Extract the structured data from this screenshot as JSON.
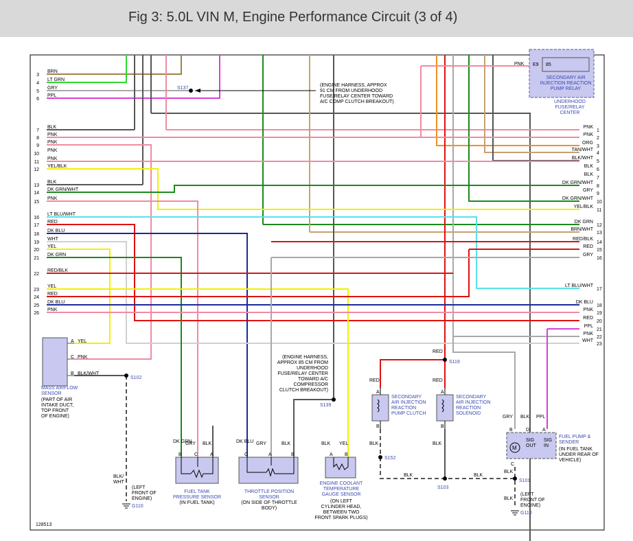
{
  "title": "Fig 3: 5.0L VIN M, Engine Performance Circuit (3 of 4)",
  "figure_number": "128513",
  "colors": {
    "BRN": "#a0804a",
    "LTGRN": "#2fd82f",
    "GRY": "#a8a8a8",
    "PPL": "#d83ed8",
    "BLK": "#555555",
    "PNK": "#f08aa0",
    "ORG": "#f09020",
    "TAN": "#c8a070",
    "YEL": "#f0f000",
    "DKGRN": "#1a8a1a",
    "LTBLU": "#5ae0e8",
    "RED": "#e01010",
    "DKBLU": "#1a2a9a",
    "WHT": "#d0d0d0",
    "REDBLK": "#d01818",
    "comp": "#c8c8f0"
  },
  "left_pins": [
    {
      "n": "3",
      "label": "BRN"
    },
    {
      "n": "4",
      "label": "LT GRN"
    },
    {
      "n": "5",
      "label": "GRY"
    },
    {
      "n": "6",
      "label": "PPL"
    },
    {
      "n": "7",
      "label": "BLK"
    },
    {
      "n": "8",
      "label": "PNK"
    },
    {
      "n": "9",
      "label": "PNK"
    },
    {
      "n": "10",
      "label": "PNK"
    },
    {
      "n": "11",
      "label": "PNK"
    },
    {
      "n": "12",
      "label": "YEL/BLK"
    },
    {
      "n": "13",
      "label": "BLK"
    },
    {
      "n": "14",
      "label": "DK GRN/WHT"
    },
    {
      "n": "15",
      "label": "PNK"
    },
    {
      "n": "16",
      "label": "LT BLU/WHT"
    },
    {
      "n": "17",
      "label": "RED"
    },
    {
      "n": "18",
      "label": "DK BLU"
    },
    {
      "n": "19",
      "label": "WHT"
    },
    {
      "n": "20",
      "label": "YEL"
    },
    {
      "n": "21",
      "label": "DK GRN"
    },
    {
      "n": "22",
      "label": "RED/BLK"
    },
    {
      "n": "23",
      "label": "YEL"
    },
    {
      "n": "24",
      "label": "RED"
    },
    {
      "n": "25",
      "label": "DK BLU"
    },
    {
      "n": "26",
      "label": "PNK"
    }
  ],
  "right_pins": [
    {
      "n": "1",
      "label": "PNK"
    },
    {
      "n": "2",
      "label": "PNK"
    },
    {
      "n": "3",
      "label": "ORG"
    },
    {
      "n": "4",
      "label": "TAN/WHT"
    },
    {
      "n": "5",
      "label": "BLK/WHT"
    },
    {
      "n": "6",
      "label": "BLK"
    },
    {
      "n": "7",
      "label": "BLK"
    },
    {
      "n": "8",
      "label": "DK GRN/WHT"
    },
    {
      "n": "9",
      "label": "GRY"
    },
    {
      "n": "10",
      "label": "DK GRN/WHT"
    },
    {
      "n": "11",
      "label": "YEL/BLK"
    },
    {
      "n": "12",
      "label": "DK GRN"
    },
    {
      "n": "13",
      "label": "BRN/WHT"
    },
    {
      "n": "14",
      "label": "RED/BLK"
    },
    {
      "n": "15",
      "label": "RED"
    },
    {
      "n": "16",
      "label": "GRY"
    },
    {
      "n": "17",
      "label": "LT BLU/WHT"
    },
    {
      "n": "18",
      "label": "DK BLU"
    },
    {
      "n": "19",
      "label": "PNK"
    },
    {
      "n": "20",
      "label": "RED"
    },
    {
      "n": "21",
      "label": "PPL"
    },
    {
      "n": "22",
      "label": "PNK"
    },
    {
      "n": "23",
      "label": "WHT"
    }
  ],
  "splices": {
    "s137": "S137",
    "s102": "S102",
    "s139": "S139",
    "s119": "S119",
    "s152": "S152",
    "s103": "S103",
    "s101": "S101"
  },
  "grounds": {
    "g110a": "G110",
    "g110b": "G110"
  },
  "notes": {
    "s137": [
      "(ENGINE HARNESS, APPROX",
      "91 CM FROM UNDERHOOD",
      "FUSE/RELAY CENTER TOWARD",
      "A/C COMP CLUTCH BREAKOUT)"
    ],
    "s139": [
      "(ENGINE HARNESS,",
      "APPROX 85 CM FROM",
      "UNDERHOOD",
      "FUSE/RELAY CENTER",
      "TOWARD A/C",
      "COMPRESSOR",
      "CLUTCH BREAKOUT)"
    ],
    "front_left_1": [
      "(LEFT",
      "FRONT OF",
      "ENGINE)"
    ],
    "front_left_2": [
      "(LEFT",
      "FRONT OF",
      "ENGINE)"
    ]
  },
  "components": {
    "relay": {
      "name": [
        "SECONDARY AIR",
        "INJECTION REACTION",
        "PUMP RELAY"
      ],
      "pin_e9": "E9",
      "pin_85": "85",
      "wire": "PNK",
      "center": [
        "UNDERHOOD",
        "FUSE/RELAY",
        "CENTER"
      ]
    },
    "maf": {
      "name": [
        "MASS AIRFLOW",
        "SENSOR"
      ],
      "desc": [
        "(PART OF AIR",
        "INTAKE DUCT,",
        "TOP FRONT",
        "OF ENGINE)"
      ],
      "pins": [
        {
          "p": "A",
          "w": "YEL"
        },
        {
          "p": "C",
          "w": "PNK"
        },
        {
          "p": "B",
          "w": "BLK/WHT"
        }
      ]
    },
    "fuel_tank_sensor": {
      "name": [
        "FUEL TANK",
        "PRESSURE SENSOR"
      ],
      "desc": [
        "(IN FUEL TANK)"
      ],
      "wires": [
        "DK GRN",
        "GRY",
        "BLK"
      ],
      "pins": [
        "B",
        "C",
        "A"
      ]
    },
    "tps": {
      "name": [
        "THROTTLE POSITION",
        "SENSOR"
      ],
      "desc": [
        "(ON SIDE OF THROTTLE",
        "BODY)"
      ],
      "wires": [
        "DK BLU",
        "GRY",
        "BLK"
      ],
      "pins": [
        "C",
        "A",
        "B"
      ]
    },
    "ect": {
      "name": [
        "ENGINE COOLANT",
        "TEMPERATURE",
        "GAUGE SENSOR"
      ],
      "desc": [
        "(ON LEFT",
        "CYLINDER HEAD,",
        "BETWEEN TWO",
        "FRONT SPARK PLUGS)"
      ],
      "wires": [
        "BLK",
        "YEL"
      ],
      "pins": [
        "A",
        "B"
      ]
    },
    "clutch": {
      "name": [
        "SECONDARY",
        "AIR INJECTION",
        "REACTION",
        "PUMP CLUTCH"
      ],
      "top_wire": "RED",
      "bottom_wire": "BLK",
      "pins": [
        "A",
        "B"
      ]
    },
    "solenoid": {
      "name": [
        "SECONDARY",
        "AIR INJECTION",
        "REACTION",
        "SOLENOID"
      ],
      "top_wire": "RED",
      "bottom_wire": "BLK",
      "pins": [
        "A",
        "B"
      ]
    },
    "fuel_pump": {
      "name": [
        "FUEL PUMP &",
        "SENDER"
      ],
      "desc": [
        "(IN FUEL TANK",
        "UNDER REAR OF",
        "VEHICLE)"
      ],
      "wires": [
        "GRY",
        "BLK",
        "PPL"
      ],
      "pins": [
        "B",
        "D",
        "A"
      ],
      "sig_out": [
        "SIG",
        "OUT"
      ],
      "sig_in": [
        "SIG",
        "IN"
      ],
      "motor": "M",
      "pin_c": "C",
      "wire_c": "BLK"
    }
  },
  "misc_labels": {
    "red_s119": "RED",
    "blk_s152": "BLK",
    "blk_s103": "BLK",
    "blk_wht_maf": "BLK/",
    "blk_wht_maf2": "WHT",
    "blk_g110b": "BLK"
  }
}
